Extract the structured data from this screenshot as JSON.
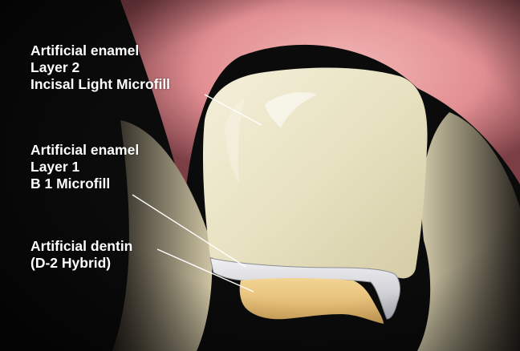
{
  "labels": {
    "enamel_layer2": {
      "line1": "Artificial enamel",
      "line2": "Layer 2",
      "line3": "Incisal Light Microfill"
    },
    "enamel_layer1": {
      "line1": "Artificial enamel",
      "line2": "Layer 1",
      "line3": "B 1 Microfill"
    },
    "dentin": {
      "line1": "Artificial dentin",
      "line2": "(D-2 Hybrid)"
    }
  },
  "colors": {
    "background": "#0b0b0b",
    "gum": "#e79a9c",
    "enamel_layer2": "#ece6c8",
    "enamel_layer1": "#d8d9de",
    "dentin": "#e9c47c",
    "label_text": "#ffffff",
    "leader_line": "#ffffff"
  }
}
